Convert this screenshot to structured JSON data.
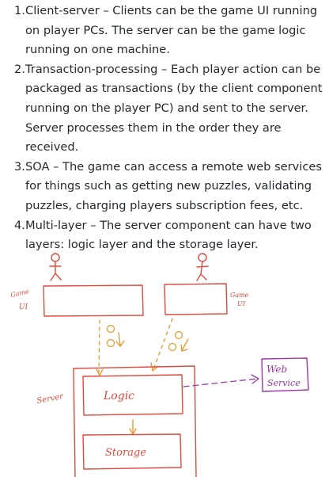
{
  "answer": {
    "items": [
      {
        "num": "1.",
        "text": "Client-server – Clients can be the game UI running on player PCs. The server can be the game logic running on one machine."
      },
      {
        "num": "2.",
        "text": "Transaction-processing – Each player action can be packaged as transactions (by the client component running on the player PC) and sent to the server. Server processes them in the order they are received."
      },
      {
        "num": "3.",
        "text": "SOA – The game can access a remote web services for things such as getting new puzzles, validating puzzles, charging players subscription fees, etc."
      },
      {
        "num": "4.",
        "text": "Multi-layer – The server component can have two layers: logic layer and the storage layer."
      }
    ]
  },
  "sketch": {
    "game_ui_left": [
      "Game",
      "UI"
    ],
    "game_ui_right": [
      "Game",
      "UI"
    ],
    "server_label": "Server",
    "logic_label": "Logic",
    "storage_label": "Storage",
    "web_service": [
      "Web",
      "Service"
    ],
    "colors": {
      "red": "#e04a3c",
      "orange": "#e8962a",
      "purple": "#9b3aa6",
      "text": "#24292f"
    }
  }
}
